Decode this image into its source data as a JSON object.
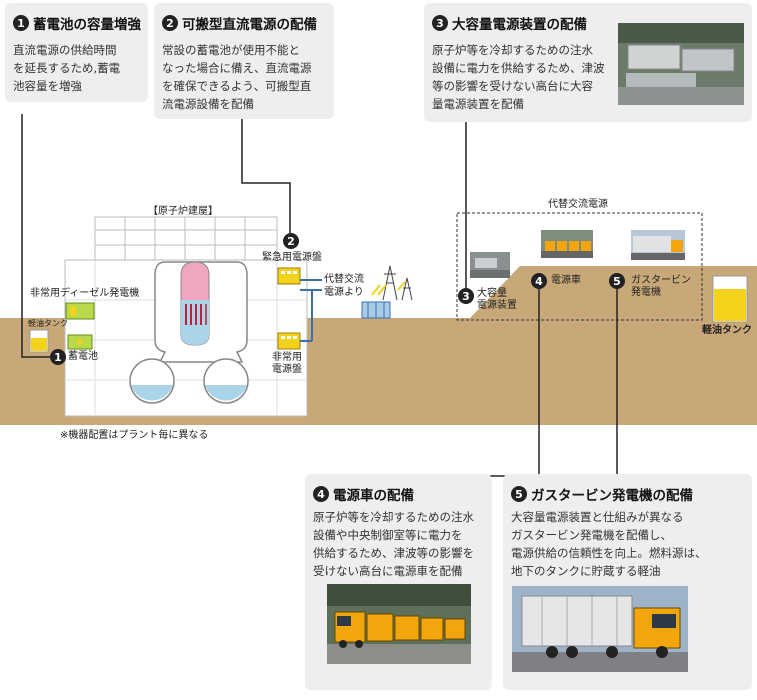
{
  "cards": [
    {
      "num": "1",
      "title": "蓄電池の容量増強",
      "lines": [
        "直流電源の供給時間",
        "を延長するため,蓄電",
        "池容量を増強"
      ]
    },
    {
      "num": "2",
      "title": "可搬型直流電源の配備",
      "lines": [
        "常設の蓄電池が使用不能と",
        "なった場合に備え、直流電源",
        "を確保できるよう、可搬型直",
        "流電源設備を配備"
      ]
    },
    {
      "num": "3",
      "title": "大容量電源装置の配備",
      "lines": [
        "原子炉等を冷却するための注水",
        "設備に電力を供給するため、津波",
        "等の影響を受けない高台に大容",
        "量電源装置を配備"
      ]
    },
    {
      "num": "4",
      "title": "電源車の配備",
      "lines": [
        "原子炉等を冷却するための注水",
        "設備や中央制御室等に電力を",
        "供給するため、津波等の影響を",
        "受けない高台に電源車を配備"
      ]
    },
    {
      "num": "5",
      "title": "ガスタービン発電機の配備",
      "lines": [
        "大容量電源装置と仕組みが異なる",
        "ガスタービン発電機を配備し、",
        "電源供給の信頼性を向上。燃料源は、",
        "地下のタンクに貯蔵する軽油"
      ]
    }
  ],
  "diagram": {
    "building_label": "【原子炉建屋】",
    "diesel_label": "非常用ディーゼル発電機",
    "fuel_tank_small": "軽油タンク",
    "battery_num": "1",
    "battery_label": "蓄電池",
    "emergency_dc_num": "2",
    "emergency_dc_label": "緊急用電源盤",
    "alt_ac_line1": "代替交流",
    "alt_ac_line2": "電源より",
    "emergency_panel_line1": "非常用",
    "emergency_panel_line2": "電源盤",
    "alt_ac_source_label": "代替交流電源",
    "big_power_num": "3",
    "big_power_line1": "大容量",
    "big_power_line2": "電源装置",
    "power_car_num": "4",
    "power_car_label": "電源車",
    "gas_turbine_num": "5",
    "gas_turbine_line1": "ガスタービン",
    "gas_turbine_line2": "発電機",
    "fuel_tank_big": "軽油タンク",
    "note": "※機器配置はプラント毎に異なる"
  },
  "colors": {
    "ground": "#c8a878",
    "card_bg": "#eeeeee",
    "fuel": "#f2d21a",
    "water": "#a9d4ea",
    "core": "#f0a6c0",
    "cable": "#3d6fb0"
  }
}
